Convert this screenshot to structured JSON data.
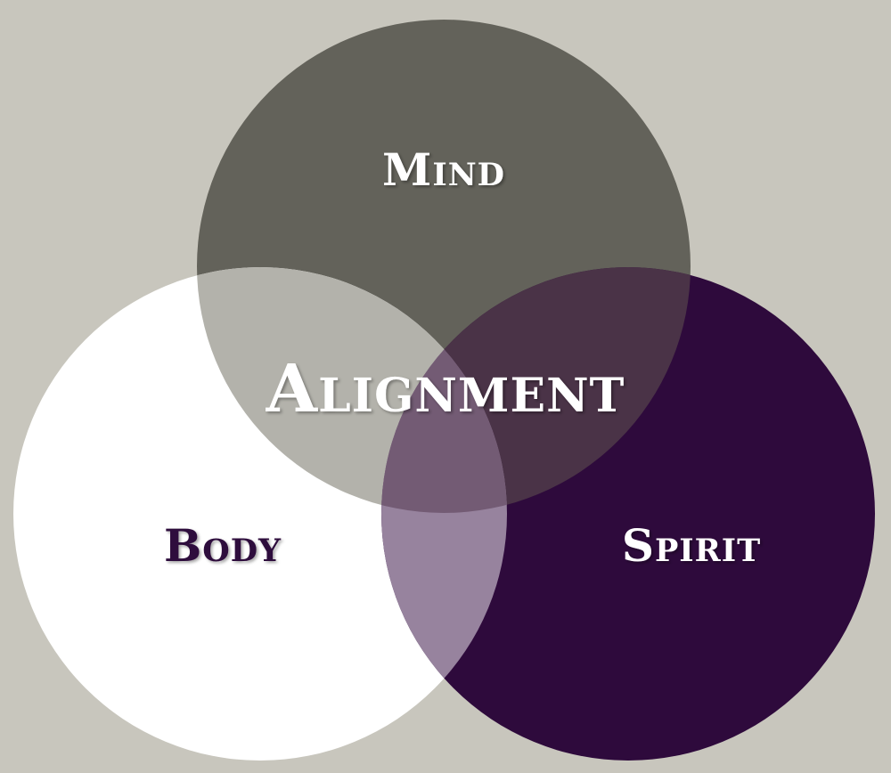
{
  "diagram": {
    "center_label": "Alignment",
    "circles": [
      {
        "id": "mind",
        "label": "Mind",
        "fill": "#63625a",
        "label_color": "#ffffff"
      },
      {
        "id": "body",
        "label": "Body",
        "fill": "#ffffff",
        "label_color": "#2e0a3c"
      },
      {
        "id": "spirit",
        "label": "Spirit",
        "fill": "#2e0a3c",
        "label_color": "#ffffff"
      }
    ],
    "overlap_colors": {
      "mind_body": "#b3b2ab",
      "mind_spirit": "#4a3347",
      "body_spirit": "#97839e",
      "center": "#735b74"
    },
    "background": "#c8c6bd",
    "center_label_color": "#ffffff"
  }
}
